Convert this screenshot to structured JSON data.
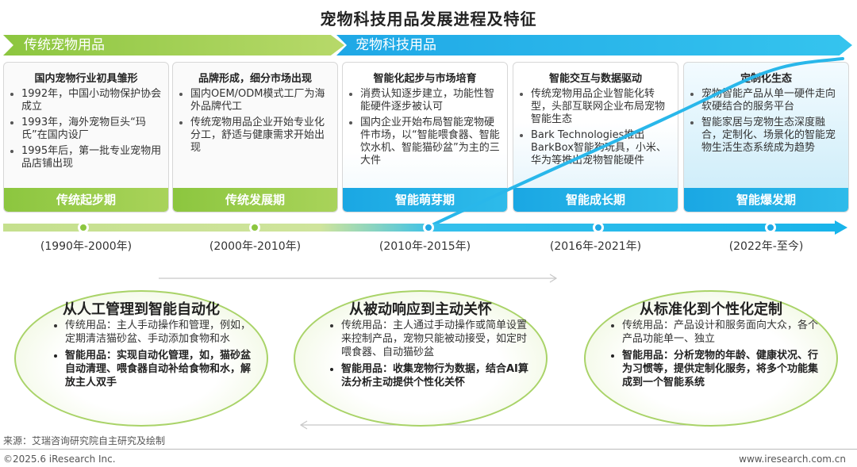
{
  "title": "宠物科技用品发展进程及特征",
  "banners": {
    "traditional": "传统宠物用品",
    "tech": "宠物科技用品"
  },
  "stages": [
    {
      "heading": "国内宠物行业初具雏形",
      "items": [
        "1992年，中国小动物保护协会成立",
        "1993年，海外宠物巨头“玛氏”在国内设厂",
        "1995年后，第一批专业宠物用品店铺出现"
      ],
      "label": "传统起步期",
      "period": "(1990年-2000年)"
    },
    {
      "heading": "品牌形成，细分市场出现",
      "items": [
        "国内OEM/ODM模式工厂为海外品牌代工",
        "传统宠物用品企业开始专业化分工，舒适与健康需求开始出现"
      ],
      "label": "传统发展期",
      "period": "(2000年-2010年)"
    },
    {
      "heading": "智能化起步与市场培育",
      "items": [
        "消费认知逐步建立，功能性智能硬件逐步被认可",
        "国内企业开始布局智能宠物硬件市场，以“智能喂食器、智能饮水机、智能猫砂盆”为主的三大件"
      ],
      "label": "智能萌芽期",
      "period": "(2010年-2015年)"
    },
    {
      "heading": "智能交互与数据驱动",
      "items": [
        "传统宠物用品企业智能化转型，头部互联网企业布局宠物智能生态",
        "Bark Technologies推出BarkBox智能狗玩具，小米、华为等推出宠物智能硬件"
      ],
      "label": "智能成长期",
      "period": "(2016年-2021年)"
    },
    {
      "heading": "定制化生态",
      "items": [
        "宠物智能产品从单一硬件走向软硬结合的服务平台",
        "智能家居与宠物生态深度融合，定制化、场景化的智能宠物生活生态系统成为趋势"
      ],
      "label": "智能爆发期",
      "period": "(2022年-至今)"
    }
  ],
  "features": [
    {
      "heading": "从人工管理到智能自动化",
      "normal": "传统用品：主人手动操作和管理，例如，定期清洁猫砂盆、手动添加食物和水",
      "bold": "智能用品：实现自动化管理，如，猫砂盆自动清理、喂食器自动补给食物和水，解放主人双手"
    },
    {
      "heading": "从被动响应到主动关怀",
      "normal": "传统用品：主人通过手动操作或简单设置来控制产品，宠物只能被动接受，如定时喂食器、自动猫砂盆",
      "bold": "智能用品：收集宠物行为数据，结合AI算法分析主动提供个性化关怀"
    },
    {
      "heading": "从标准化到个性化定制",
      "normal": "传统用品：产品设计和服务面向大众，各个产品功能单一、独立",
      "bold": "智能用品：分析宠物的年龄、健康状况、行为习惯等，提供定制化服务，将多个功能集成到一个智能系统"
    }
  ],
  "footer": {
    "source": "来源：艾瑞咨询研究院自主研究及绘制",
    "copyright": "©2025.6 iResearch Inc.",
    "website": "www.iresearch.com.cn"
  },
  "colors": {
    "green": "#8cc63f",
    "blue": "#1fa8e6"
  }
}
